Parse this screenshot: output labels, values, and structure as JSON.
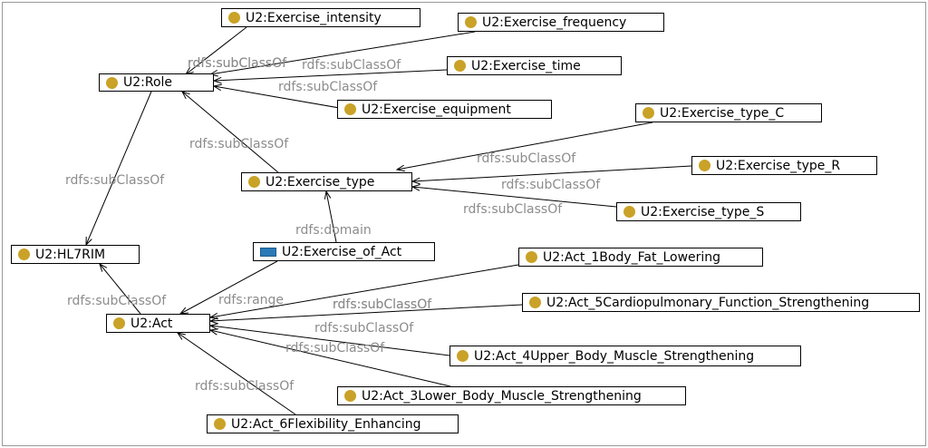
{
  "diagram": {
    "nodes": [
      {
        "id": "role",
        "label": "U2:Role",
        "kind": "class"
      },
      {
        "id": "hl7rim",
        "label": "U2:HL7RIM",
        "kind": "class"
      },
      {
        "id": "act",
        "label": "U2:Act",
        "kind": "class"
      },
      {
        "id": "ex_intensity",
        "label": "U2:Exercise_intensity",
        "kind": "class"
      },
      {
        "id": "ex_frequency",
        "label": "U2:Exercise_frequency",
        "kind": "class"
      },
      {
        "id": "ex_time",
        "label": "U2:Exercise_time",
        "kind": "class"
      },
      {
        "id": "ex_equipment",
        "label": "U2:Exercise_equipment",
        "kind": "class"
      },
      {
        "id": "ex_type",
        "label": "U2:Exercise_type",
        "kind": "class"
      },
      {
        "id": "ex_type_c",
        "label": "U2:Exercise_type_C",
        "kind": "class"
      },
      {
        "id": "ex_type_r",
        "label": "U2:Exercise_type_R",
        "kind": "class"
      },
      {
        "id": "ex_type_s",
        "label": "U2:Exercise_type_S",
        "kind": "class"
      },
      {
        "id": "ex_of_act",
        "label": "U2:Exercise_of_Act",
        "kind": "property"
      },
      {
        "id": "act1",
        "label": "U2:Act_1Body_Fat_Lowering",
        "kind": "class"
      },
      {
        "id": "act5",
        "label": "U2:Act_5Cardiopulmonary_Function_Strengthening",
        "kind": "class"
      },
      {
        "id": "act4",
        "label": "U2:Act_4Upper_Body_Muscle_Strengthening",
        "kind": "class"
      },
      {
        "id": "act3",
        "label": "U2:Act_3Lower_Body_Muscle_Strengthening",
        "kind": "class"
      },
      {
        "id": "act6",
        "label": "U2:Act_6Flexibility_Enhancing",
        "kind": "class"
      }
    ],
    "edges": [
      {
        "from": "ex_intensity",
        "to": "role",
        "label": "rdfs:subClassOf"
      },
      {
        "from": "ex_frequency",
        "to": "role",
        "label": "rdfs:subClassOf"
      },
      {
        "from": "ex_time",
        "to": "role",
        "label": "rdfs:subClassOf"
      },
      {
        "from": "ex_equipment",
        "to": "role",
        "label": "rdfs:subClassOf"
      },
      {
        "from": "ex_type",
        "to": "role",
        "label": "rdfs:subClassOf"
      },
      {
        "from": "role",
        "to": "hl7rim",
        "label": "rdfs:subClassOf"
      },
      {
        "from": "ex_type_c",
        "to": "ex_type",
        "label": "rdfs:subClassOf"
      },
      {
        "from": "ex_type_r",
        "to": "ex_type",
        "label": "rdfs:subClassOf"
      },
      {
        "from": "ex_type_s",
        "to": "ex_type",
        "label": "rdfs:subClassOf"
      },
      {
        "from": "ex_of_act",
        "to": "ex_type",
        "label": "rdfs:domain"
      },
      {
        "from": "act",
        "to": "hl7rim",
        "label": "rdfs:subClassOf"
      },
      {
        "from": "ex_of_act",
        "to": "act",
        "label": "rdfs:range"
      },
      {
        "from": "act1",
        "to": "act",
        "label": "rdfs:subClassOf"
      },
      {
        "from": "act5",
        "to": "act",
        "label": "rdfs:subClassOf"
      },
      {
        "from": "act4",
        "to": "act",
        "label": "rdfs:subClassOf"
      },
      {
        "from": "act3",
        "to": "act",
        "label": "rdfs:subClassOf"
      },
      {
        "from": "act6",
        "to": "act",
        "label": "rdfs:subClassOf"
      }
    ]
  }
}
